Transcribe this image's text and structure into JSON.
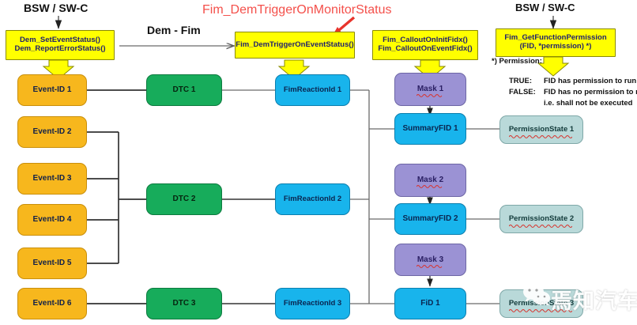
{
  "diagram": {
    "title_labels": {
      "bsw_left": "BSW / SW-C",
      "bsw_right": "BSW / SW-C",
      "dem_fim": "Dem - Fim",
      "monitor_status": "Fim_DemTriggerOnMonitorStatus"
    },
    "api_boxes": [
      {
        "id": "dem-api",
        "lines": [
          "Dem_SetEventStatus()",
          "Dem_ReportErrorStatus()"
        ]
      },
      {
        "id": "fim-trigger-api",
        "lines": [
          "Fim_DemTriggerOnEventStatus()"
        ]
      },
      {
        "id": "fim-callout-api",
        "lines": [
          "Fim_CalloutOnInitFidx()",
          "Fim_CalloutOnEventFidx()"
        ]
      },
      {
        "id": "fim-permission-api",
        "lines": [
          "Fim_GetFunctionPermission",
          "(FID, *permission)  *)"
        ]
      }
    ],
    "permission_legend": {
      "header": "*) Permission:",
      "rows": [
        {
          "key": "TRUE:",
          "value": "FID has permission to run"
        },
        {
          "key": "FALSE:",
          "value": "FID has no permission to run,"
        },
        {
          "key": "",
          "value": "i.e. shall not be executed"
        }
      ]
    },
    "events": [
      {
        "label": "Event-ID 1"
      },
      {
        "label": "Event-ID 2"
      },
      {
        "label": "Event-ID 3"
      },
      {
        "label": "Event-ID 4"
      },
      {
        "label": "Event-ID 5"
      },
      {
        "label": "Event-ID 6"
      }
    ],
    "dtcs": [
      {
        "label": "DTC 1"
      },
      {
        "label": "DTC 2"
      },
      {
        "label": "DTC 3"
      }
    ],
    "reactions": [
      {
        "label": "FimReactionId 1"
      },
      {
        "label": "FimReactionId 2"
      },
      {
        "label": "FimReactionId 3"
      }
    ],
    "masks": [
      {
        "label": "Mask 1"
      },
      {
        "label": "Mask 2"
      },
      {
        "label": "Mask 3"
      }
    ],
    "fids": [
      {
        "label": "SummaryFID 1"
      },
      {
        "label": "SummaryFID 2"
      },
      {
        "label": "FiD 1"
      }
    ],
    "permission_states": [
      {
        "label": "PermissionState 1"
      },
      {
        "label": "PermissionState 2"
      },
      {
        "label": "PermissionState 3"
      }
    ],
    "watermark": {
      "text": "焉知汽车"
    },
    "colors": {
      "yellow": "#ffff00",
      "orange": "#f7b71d",
      "green": "#17ac5b",
      "blue": "#18b4ec",
      "purple": "#9b92d4",
      "teal": "#b9d9d9",
      "red_annotation": "#f4504b",
      "connector": "#4c4c4c"
    }
  }
}
